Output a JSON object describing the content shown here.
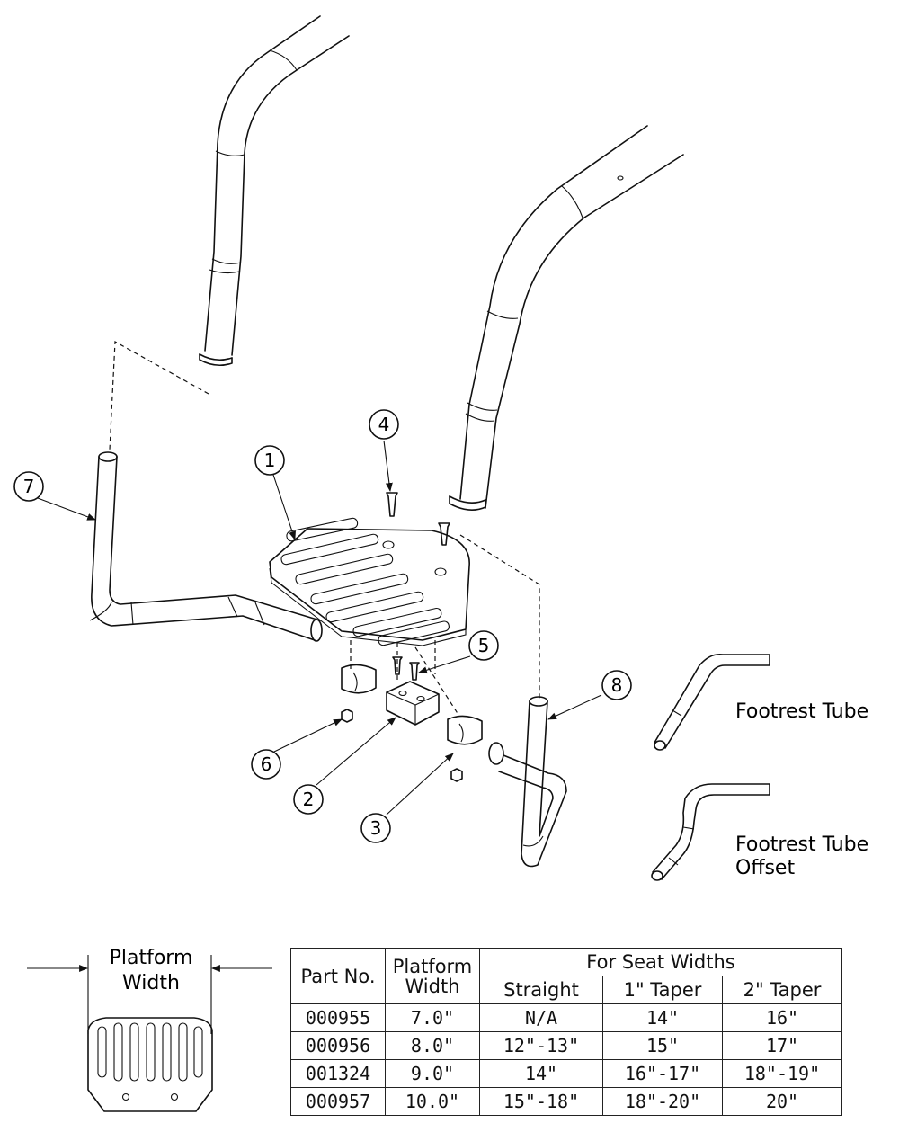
{
  "callouts": [
    "1",
    "2",
    "3",
    "4",
    "5",
    "6",
    "7",
    "8"
  ],
  "labels": {
    "footrest_tube": "Footrest Tube",
    "footrest_tube_offset_line1": "Footrest Tube",
    "footrest_tube_offset_line2": "Offset",
    "platform_width_line1": "Platform",
    "platform_width_line2": "Width"
  },
  "table": {
    "header_part_no": "Part No.",
    "header_platform_line1": "Platform",
    "header_platform_line2": "Width",
    "header_group": "For Seat Widths",
    "header_straight": "Straight",
    "header_taper1": "1\" Taper",
    "header_taper2": "2\" Taper",
    "rows": [
      {
        "part": "000955",
        "width": "7.0\"",
        "straight": "N/A",
        "taper1": "14\"",
        "taper2": "16\""
      },
      {
        "part": "000956",
        "width": "8.0\"",
        "straight": "12\"-13\"",
        "taper1": "15\"",
        "taper2": "17\""
      },
      {
        "part": "001324",
        "width": "9.0\"",
        "straight": "14\"",
        "taper1": "16\"-17\"",
        "taper2": "18\"-19\""
      },
      {
        "part": "000957",
        "width": "10.0\"",
        "straight": "15\"-18\"",
        "taper1": "18\"-20\"",
        "taper2": "20\""
      }
    ]
  }
}
